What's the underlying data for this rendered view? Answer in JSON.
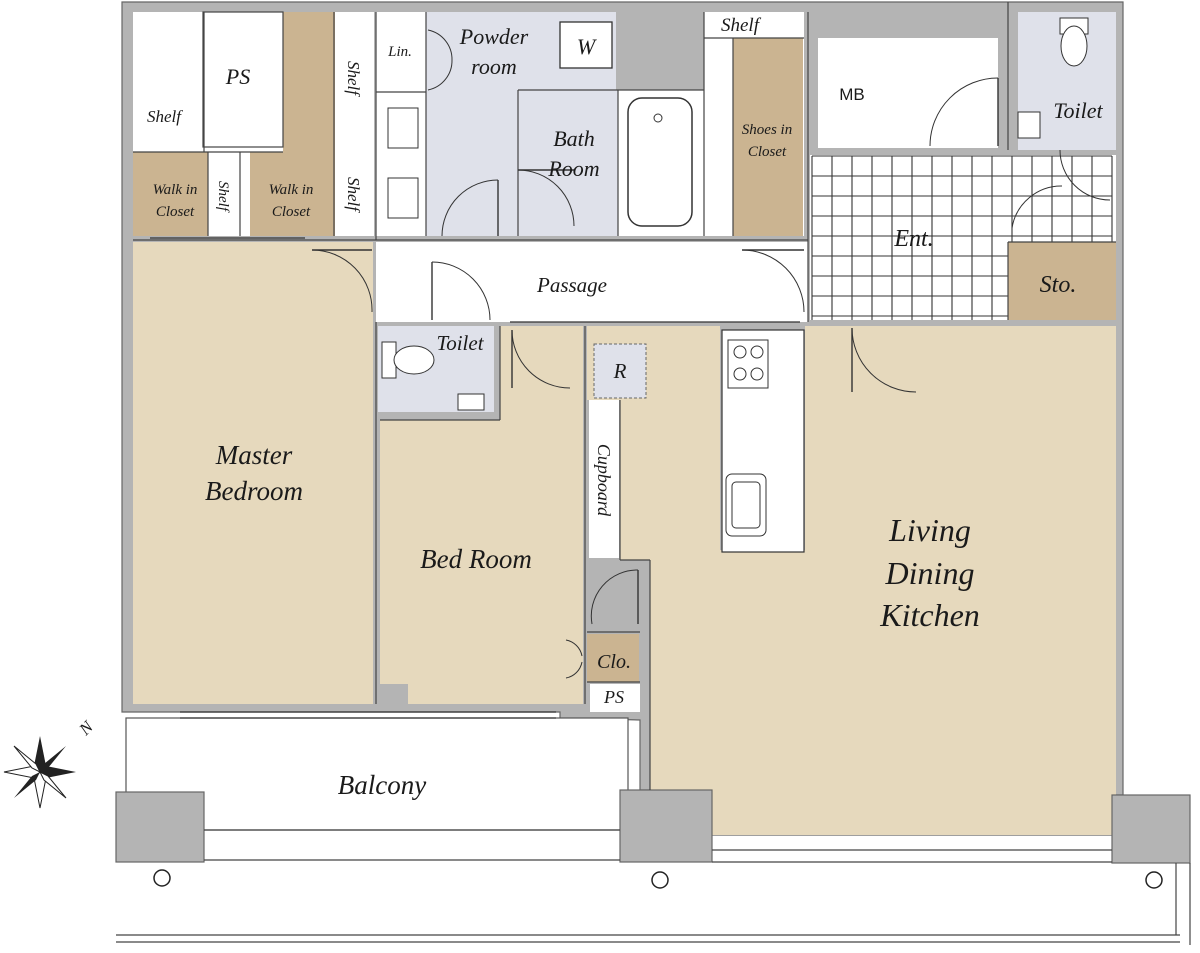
{
  "floor_plan": {
    "rooms": {
      "ps_top": "PS",
      "shelf_top_left": "Shelf",
      "walk_in_closet_1": [
        "Walk in",
        "Closet"
      ],
      "shelf_mid": "Shelf",
      "walk_in_closet_2": [
        "Walk in",
        "Closet"
      ],
      "shelf_vertical_upper": "Shelf",
      "shelf_vertical_lower": "Shelf",
      "linen": "Lin.",
      "powder_room": [
        "Powder",
        "room"
      ],
      "washer": "W",
      "bath_room": [
        "Bath",
        "Room"
      ],
      "shelf_entry": "Shelf",
      "shoes_in_closet": [
        "Shoes in",
        "Closet"
      ],
      "mb": "MB",
      "toilet_top": "Toilet",
      "entrance": "Ent.",
      "storage": "Sto.",
      "passage": "Passage",
      "toilet_mid": "Toilet",
      "refrigerator": "R",
      "cupboard": "Cupboard",
      "master_bedroom": [
        "Master",
        "Bedroom"
      ],
      "bed_room": "Bed Room",
      "closet_small": "Clo.",
      "ps_bottom": "PS",
      "living_dining_kitchen": [
        "Living",
        "Dining",
        "Kitchen"
      ],
      "balcony": "Balcony"
    },
    "compass": {
      "north_label": "N"
    },
    "colors": {
      "room_beige": "#e6d9bd",
      "closet_tan": "#cbb491",
      "wet_area_blue": "#dfe1ea",
      "wall_gray": "#b4b4b4"
    }
  }
}
